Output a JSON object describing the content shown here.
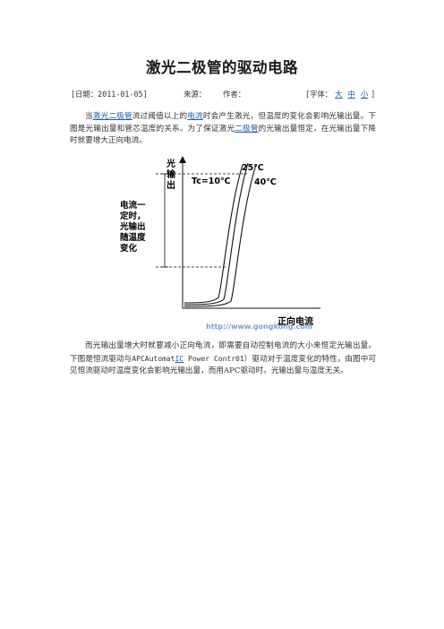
{
  "article": {
    "title": "激光二极管的驱动电路",
    "meta": {
      "date": "[日期：2011-01-05]",
      "source": "来源：",
      "author": "作者：",
      "font_label": "[字体：",
      "font_sizes": [
        "大",
        "中",
        "小"
      ],
      "font_close": "]"
    },
    "para1": {
      "t1": "当",
      "l1": "激光二极管",
      "t2": "流过阈值以上的",
      "l2": "电流",
      "t3": "时会产生激光，但温度的变化会影响光输出量。下图是光输出量和管芯温度的关系。为了保证激光",
      "l3": "二极管",
      "t4": "的光输出量恒定，在光输出量下降时就要增大正向电流。"
    },
    "para2": {
      "t1": "而光输出量增大时就要减小正向龟流，即需要自动控制电流的大小来恒定光输出量。下图是恒流驱动与",
      "m1": "APCAutomat",
      "l1": "IC",
      "m2": " Power Contr01",
      "t2": "）驱动对于温度变化的特性，由图中可见恒流驱动时温度变化会影响光输出量，而用APC驱动时。光输出量与温度无关。"
    }
  },
  "figure": {
    "y_label": [
      "光",
      "输",
      "出"
    ],
    "x_label": "正向电流",
    "side_label": [
      "电流一",
      "定时，",
      "光输出",
      "随温度",
      "变化"
    ],
    "curve_labels": {
      "t10": "Tc=10℃",
      "t25": "25℃",
      "t40": "40℃"
    },
    "watermark": "http://www.gongkong.com",
    "colors": {
      "ink": "#111111",
      "watermark": "#7a9fd6"
    }
  }
}
